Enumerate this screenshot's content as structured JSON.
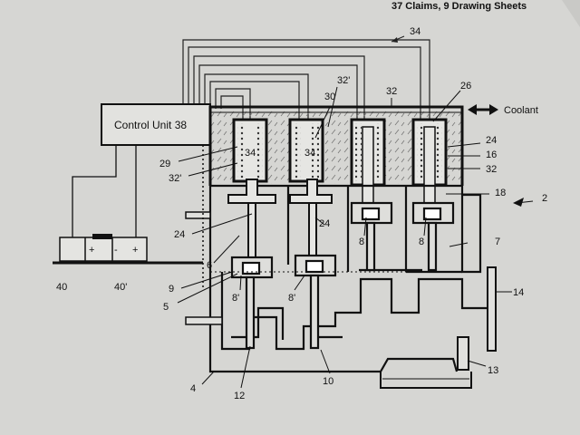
{
  "header": {
    "text": "37 Claims, 9 Drawing Sheets"
  },
  "control_unit": {
    "label": "Control Unit 38"
  },
  "coolant": {
    "label": "Coolant"
  },
  "battery": {
    "plus_left": "+",
    "minus": "-",
    "plus_right": "+"
  },
  "labels": {
    "l34top": "34",
    "l32p_top": "32'",
    "l30": "30",
    "l32_top": "32",
    "l26": "26",
    "l29": "29",
    "l32p_left": "32'",
    "l34a": "34",
    "l34b": "34",
    "l24_right": "24",
    "l16": "16",
    "l32_right": "32",
    "l18": "18",
    "l2": "2",
    "l24_left": "24",
    "l24_mid": "24",
    "l8a": "8",
    "l8b": "8",
    "l7": "7",
    "l6": "6",
    "l40": "40",
    "l40p": "40'",
    "l9": "9",
    "l5": "5",
    "l8p_a": "8'",
    "l8p_b": "8'",
    "l14": "14",
    "l13": "13",
    "l4": "4",
    "l10": "10",
    "l12": "12"
  }
}
